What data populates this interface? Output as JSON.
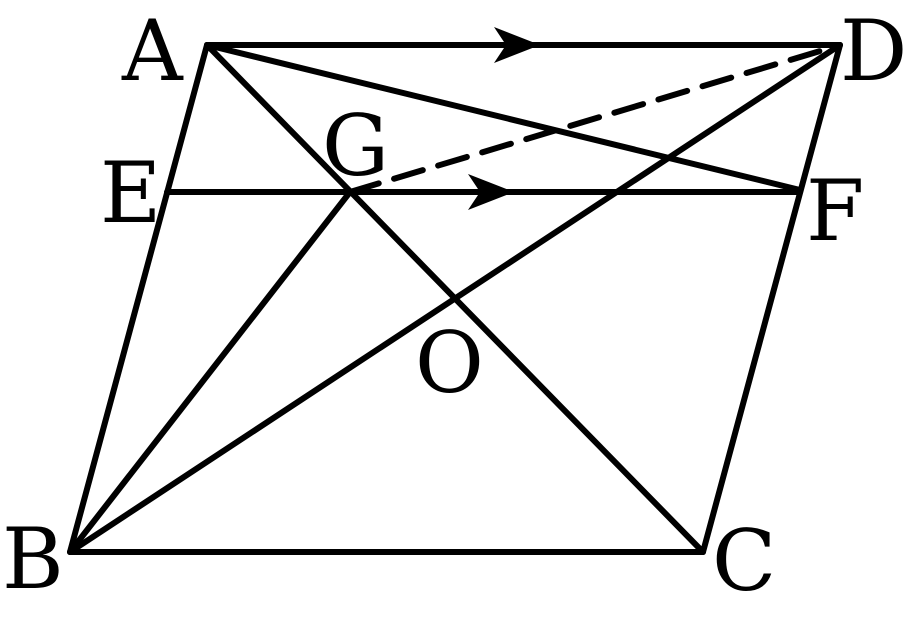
{
  "diagram": {
    "type": "geometry-figure",
    "points": {
      "A": "A",
      "B": "B",
      "C": "C",
      "D": "D",
      "E": "E",
      "F": "F",
      "G": "G",
      "O": "O"
    },
    "segments": [
      {
        "from": "A",
        "to": "D",
        "style": "solid",
        "arrow": true
      },
      {
        "from": "A",
        "to": "B",
        "style": "solid"
      },
      {
        "from": "B",
        "to": "C",
        "style": "solid"
      },
      {
        "from": "C",
        "to": "D",
        "style": "solid"
      },
      {
        "from": "A",
        "to": "C",
        "style": "solid"
      },
      {
        "from": "B",
        "to": "D",
        "style": "solid"
      },
      {
        "from": "A",
        "to": "F",
        "style": "solid"
      },
      {
        "from": "E",
        "to": "F",
        "style": "solid",
        "arrow": true
      },
      {
        "from": "B",
        "to": "G",
        "style": "solid"
      },
      {
        "from": "G",
        "to": "D",
        "style": "dashed"
      }
    ],
    "colors": {
      "line": "#000000",
      "background": "#ffffff"
    }
  }
}
